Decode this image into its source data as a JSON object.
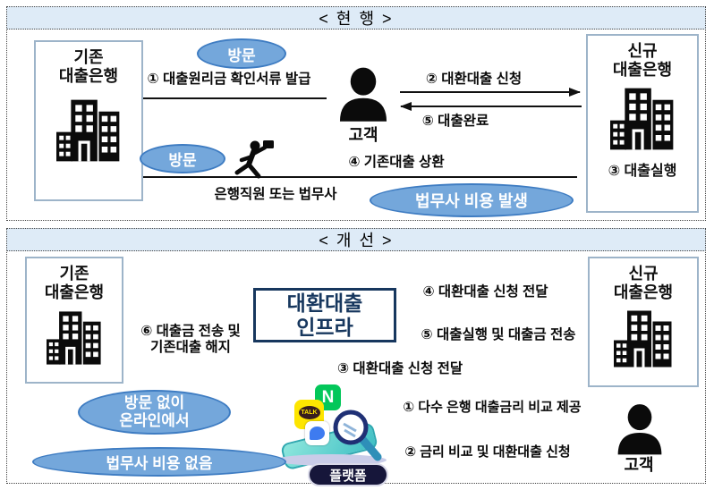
{
  "colors": {
    "band_bg": "#DEEBF7",
    "ellipse_fill": "#74A7DB",
    "ellipse_border": "#3E7CC2",
    "box_border": "#9DB4C9",
    "infra": "#17375E",
    "naver_green": "#03C75A",
    "kakao_yellow": "#FDE500",
    "bubble_blue": "#3E7BF0",
    "phone_teal": "#4EC9C9",
    "badge_bg": "#16163A"
  },
  "current": {
    "title": "< 현 행 >",
    "existing_bank": "기존\n대출은행",
    "new_bank": "신규\n대출은행",
    "customer": "고객",
    "visit_badge_1": "방문",
    "visit_badge_2": "방문",
    "step1": "① 대출원리금 확인서류 발급",
    "step2": "② 대환대출 신청",
    "step3": "③ 대출실행",
    "step4": "④ 기존대출 상환",
    "step5": "⑤ 대출완료",
    "courier": "은행직원 또는 법무사",
    "fee_badge": "법무사 비용 발생"
  },
  "improved": {
    "title": "< 개 선 >",
    "existing_bank": "기존\n대출은행",
    "new_bank": "신규\n대출은행",
    "infra": "대환대출\n인프라",
    "customer": "고객",
    "step1": "① 다수 은행 대출금리 비교 제공",
    "step2": "② 금리 비교 및 대환대출 신청",
    "step3": "③ 대환대출 신청 전달",
    "step4": "④ 대환대출 신청 전달",
    "step5": "⑤ 대출실행 및 대출금 전송",
    "step6": "⑥ 대출금 전송 및\n기존대출 해지",
    "no_visit_badge": "방문 없이\n온라인에서",
    "no_fee_badge": "법무사 비용 없음",
    "platform_badge": "플랫폼",
    "naver_letter": "N",
    "kakao_label": "TALK"
  }
}
